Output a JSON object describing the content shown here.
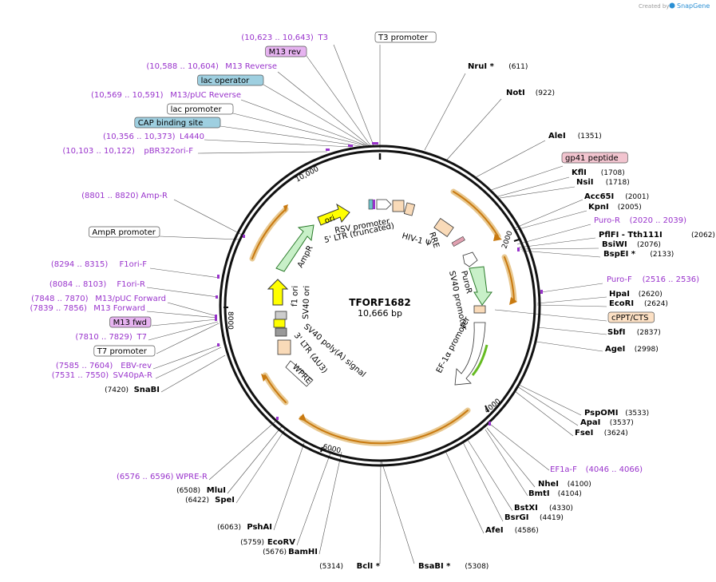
{
  "app": {
    "credit": "Created by",
    "brand": "SnapGene"
  },
  "plasmid": {
    "name": "TFORF1682",
    "length_label": "10,666 bp",
    "length": 10666
  },
  "ticks": [
    "2000",
    "4000",
    "6000",
    "8000",
    "10,000"
  ],
  "colors": {
    "ring": "#111111",
    "purple": "#9933cc",
    "orange": "#f0a030",
    "green": "#66bb22"
  },
  "left_labels": [
    {
      "pos": "(10,623 .. 10,643)",
      "name": "T3"
    },
    {
      "pos": "",
      "name": "M13 rev",
      "box": true
    },
    {
      "pos": "(10,588 .. 10,604)",
      "name": "M13 Reverse"
    },
    {
      "pos": "",
      "name": "lac operator",
      "box": true
    },
    {
      "pos": "(10,569 .. 10,591)",
      "name": "M13/pUC Reverse"
    },
    {
      "pos": "",
      "name": "lac promoter",
      "box": true
    },
    {
      "pos": "",
      "name": "CAP binding site",
      "box": true
    },
    {
      "pos": "(10,356 .. 10,373)",
      "name": "L4440"
    },
    {
      "pos": "(10,103 .. 10,122)",
      "name": "pBR322ori-F"
    },
    {
      "pos": "(8801 .. 8820)",
      "name": "Amp-R"
    },
    {
      "pos": "",
      "name": "AmpR promoter",
      "box": true
    },
    {
      "pos": "(8294 .. 8315)",
      "name": "F1ori-F"
    },
    {
      "pos": "(8084 .. 8103)",
      "name": "F1ori-R"
    },
    {
      "pos": "(7848 .. 7870)",
      "name": "M13/pUC Forward"
    },
    {
      "pos": "(7839 .. 7856)",
      "name": "M13 Forward"
    },
    {
      "pos": "",
      "name": "M13 fwd",
      "box": true
    },
    {
      "pos": "(7810 .. 7829)",
      "name": "T7"
    },
    {
      "pos": "",
      "name": "T7 promoter",
      "box": true
    },
    {
      "pos": "(7585 .. 7604)",
      "name": "EBV-rev"
    },
    {
      "pos": "(7531 .. 7550)",
      "name": "SV40pA-R"
    },
    {
      "pos": "(7420)",
      "name": "SnaBI"
    },
    {
      "pos": "(6576 .. 6596)",
      "name": "WPRE-R"
    },
    {
      "pos": "(6508)",
      "name": "MluI"
    },
    {
      "pos": "(6422)",
      "name": "SpeI"
    },
    {
      "pos": "(6063)",
      "name": "PshAI"
    },
    {
      "pos": "(5759)",
      "name": "EcoRV"
    },
    {
      "pos": "(5676)",
      "name": "BamHI"
    },
    {
      "pos": "(5314)",
      "name": "BclI *"
    }
  ],
  "right_labels": [
    {
      "name": "T3 promoter",
      "pos": "",
      "box": true
    },
    {
      "name": "NruI *",
      "pos": "(611)"
    },
    {
      "name": "NotI",
      "pos": "(922)"
    },
    {
      "name": "AleI",
      "pos": "(1351)"
    },
    {
      "name": "gp41 peptide",
      "pos": "",
      "box": true
    },
    {
      "name": "KflI",
      "pos": "(1708)"
    },
    {
      "name": "NsiI",
      "pos": "(1718)"
    },
    {
      "name": "Acc65I",
      "pos": "(2001)"
    },
    {
      "name": "KpnI",
      "pos": "(2005)"
    },
    {
      "name": "Puro-R",
      "pos": "(2020 .. 2039)"
    },
    {
      "name": "PflFI - Tth111I",
      "pos": "(2062)"
    },
    {
      "name": "BsiWI",
      "pos": "(2076)"
    },
    {
      "name": "BspEI *",
      "pos": "(2133)"
    },
    {
      "name": "Puro-F",
      "pos": "(2516 .. 2536)"
    },
    {
      "name": "HpaI",
      "pos": "(2620)"
    },
    {
      "name": "EcoRI",
      "pos": "(2624)"
    },
    {
      "name": "cPPT/CTS",
      "pos": "",
      "box": true
    },
    {
      "name": "SbfI",
      "pos": "(2837)"
    },
    {
      "name": "AgeI",
      "pos": "(2998)"
    },
    {
      "name": "PspOMI",
      "pos": "(3533)"
    },
    {
      "name": "ApaI",
      "pos": "(3537)"
    },
    {
      "name": "FseI",
      "pos": "(3624)"
    },
    {
      "name": "EF1a-F",
      "pos": "(4046 .. 4066)"
    },
    {
      "name": "NheI",
      "pos": "(4100)"
    },
    {
      "name": "BmtI",
      "pos": "(4104)"
    },
    {
      "name": "BstXI",
      "pos": "(4330)"
    },
    {
      "name": "BsrGI",
      "pos": "(4419)"
    },
    {
      "name": "AfeI",
      "pos": "(4586)"
    },
    {
      "name": "BsaBI *",
      "pos": "(5308)"
    }
  ],
  "inner_labels": [
    "ori",
    "RSV promoter",
    "5' LTR (truncated)",
    "HIV-1 Ψ",
    "RRE",
    "AmpR",
    "f1 ori",
    "SV40 ori",
    "PuroR",
    "SV40 promoter",
    "EF-1α promoter",
    "SV40 poly(A) signal",
    "3' LTR (ΔU3)",
    "WPRE"
  ]
}
